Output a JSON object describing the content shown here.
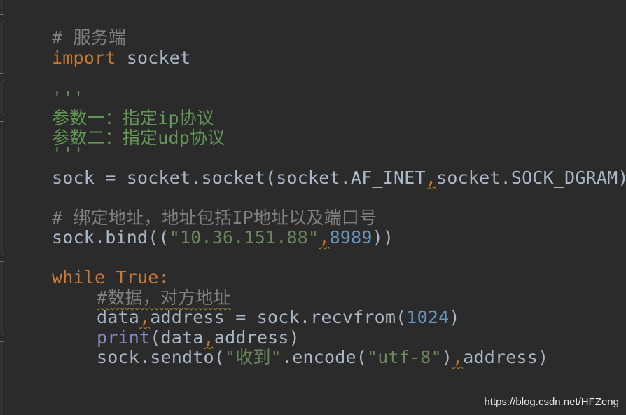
{
  "editor": {
    "language": "python",
    "lines": {
      "l1": {
        "comment": "# 服务端"
      },
      "l2": {
        "kw_import": "import",
        "module": " socket"
      },
      "l4": {
        "docstring_open": "'''"
      },
      "l5": {
        "doc_text": "参数一：指定ip协议"
      },
      "l6": {
        "doc_text": "参数二：指定udp协议"
      },
      "l7": {
        "docstring_close": "'''"
      },
      "l8": {
        "lhs": "sock = socket.socket(socket.AF_INET",
        "comma": ",",
        "rhs": "socket.SOCK_DGRAM)"
      },
      "l10": {
        "comment": "# 绑定地址，地址包括IP地址以及端口号"
      },
      "l11": {
        "call_open": "sock.bind((",
        "ip_string": "\"10.36.151.88\"",
        "comma": ",",
        "port": "8989",
        "call_close": "))"
      },
      "l13": {
        "kw_while": "while",
        "space": " ",
        "kw_true": "True",
        "colon": ":"
      },
      "l14": {
        "comment": "#数据，对方地址"
      },
      "l15": {
        "var1": "data",
        "comma": ",",
        "var2": "address = sock.recvfrom(",
        "bufsize": "1024",
        "close": ")"
      },
      "l16": {
        "builtin_print": "print",
        "open": "(data",
        "comma": ",",
        "rest": "address)"
      },
      "l17": {
        "call": "sock.sendto(",
        "msg_string": "\"收到\"",
        "encode": ".encode(",
        "enc_string": "\"utf-8\"",
        "paren": ")",
        "comma": ",",
        "rest": "address)"
      }
    }
  },
  "watermark": {
    "text": "https://blog.csdn.net/HFZeng"
  },
  "colors": {
    "background": "#2b2b2b",
    "keyword": "#cc7832",
    "comment": "#808080",
    "docstring": "#629755",
    "string": "#6a8759",
    "number": "#6897bb",
    "builtin": "#8888c6",
    "identifier": "#a9b7c6"
  }
}
